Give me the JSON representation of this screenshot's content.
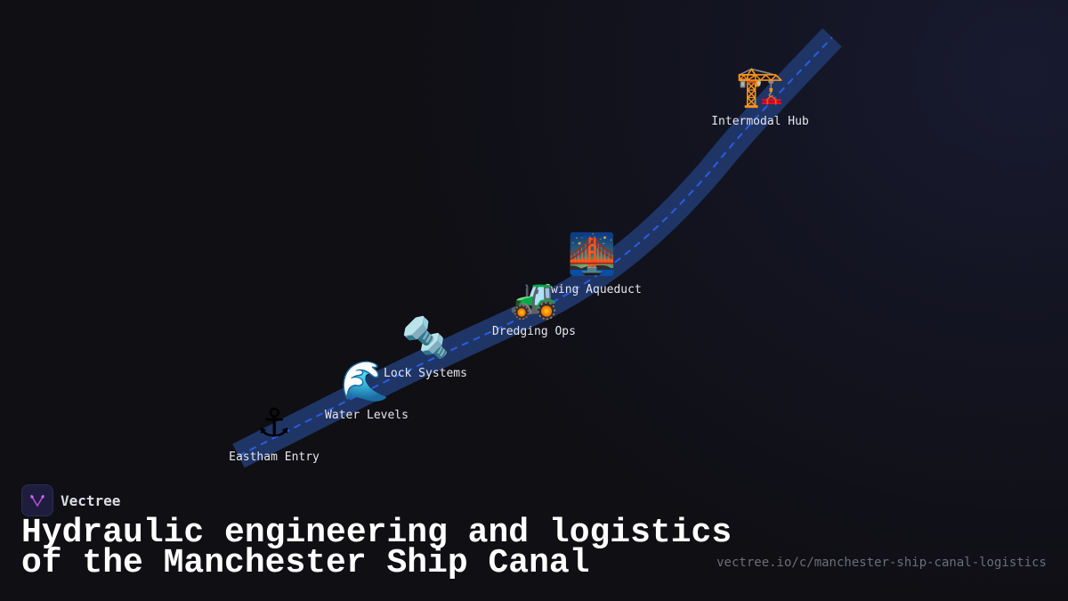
{
  "brand": {
    "name": "Vectree"
  },
  "title": "Hydraulic engineering and logistics\nof the Manchester Ship Canal",
  "url": "vectree.io/c/manchester-ship-canal-logistics",
  "colors": {
    "background": "#0f0f14",
    "route": "#1f3566",
    "dash": "#2a5de0",
    "logo": "#1f1d3e",
    "logo_mark": "#b44ad8"
  },
  "stops": [
    {
      "label": "Eastham Entry",
      "icon": "⚓",
      "icon_name": "anchor-icon"
    },
    {
      "label": "Water Levels",
      "icon": "🌊",
      "icon_name": "wave-icon"
    },
    {
      "label": "Lock Systems",
      "icon": "🔩",
      "icon_name": "bolt-icon"
    },
    {
      "label": "Dredging Ops",
      "icon": "🚜",
      "icon_name": "tractor-icon"
    },
    {
      "label": "Swing Aqueduct",
      "icon": "🌉",
      "icon_name": "bridge-icon"
    },
    {
      "label": "Intermodal Hub",
      "icon": "🏗️",
      "icon_name": "crane-icon"
    }
  ]
}
